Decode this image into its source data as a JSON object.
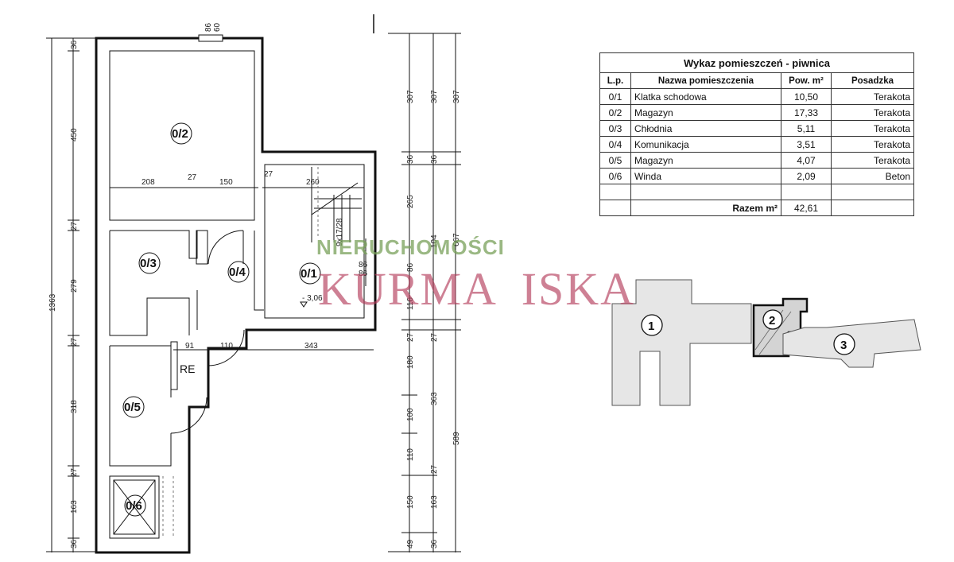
{
  "table": {
    "title": "Wykaz pomieszczeń - piwnica",
    "headers": [
      "L.p.",
      "Nazwa pomieszczenia",
      "Pow. m²",
      "Posadzka"
    ],
    "rows": [
      [
        "0/1",
        "Klatka schodowa",
        "10,50",
        "Terakota"
      ],
      [
        "0/2",
        "Magazyn",
        "17,33",
        "Terakota"
      ],
      [
        "0/3",
        "Chłodnia",
        "5,11",
        "Terakota"
      ],
      [
        "0/4",
        "Komunikacja",
        "3,51",
        "Terakota"
      ],
      [
        "0/5",
        "Magazyn",
        "4,07",
        "Terakota"
      ],
      [
        "0/6",
        "Winda",
        "2,09",
        "Beton"
      ]
    ],
    "total_label": "Razem m²",
    "total_value": "42,61"
  },
  "rooms": {
    "r01": "0/1",
    "r02": "0/2",
    "r03": "0/3",
    "r04": "0/4",
    "r05": "0/5",
    "r06": "0/6",
    "re": "RE",
    "level": "- 3,06"
  },
  "dims": {
    "top_86": "86",
    "top_60": "60",
    "left": [
      "36",
      "450",
      "27",
      "279",
      "27",
      "318",
      "27",
      "163",
      "36"
    ],
    "left_total": "1363",
    "row1": [
      "208",
      "27",
      "150",
      "27",
      "260"
    ],
    "row2": [
      "91",
      "110",
      "343"
    ],
    "stairs": "9x17/28",
    "door_86a": "86",
    "door_86b": "86",
    "right1": [
      "307",
      "36",
      "265",
      "86",
      "116",
      "27",
      "180",
      "100",
      "110",
      "150",
      "49"
    ],
    "right2": [
      "307",
      "36",
      "104",
      "27",
      "363",
      "27",
      "163",
      "36"
    ],
    "right3": [
      "307",
      "667",
      "589"
    ]
  },
  "site": {
    "b1": "1",
    "b2": "2",
    "b3": "3"
  },
  "watermark": {
    "top": "NIERUCHOMOŚCI",
    "bottom": "KURMA  ISKA"
  }
}
